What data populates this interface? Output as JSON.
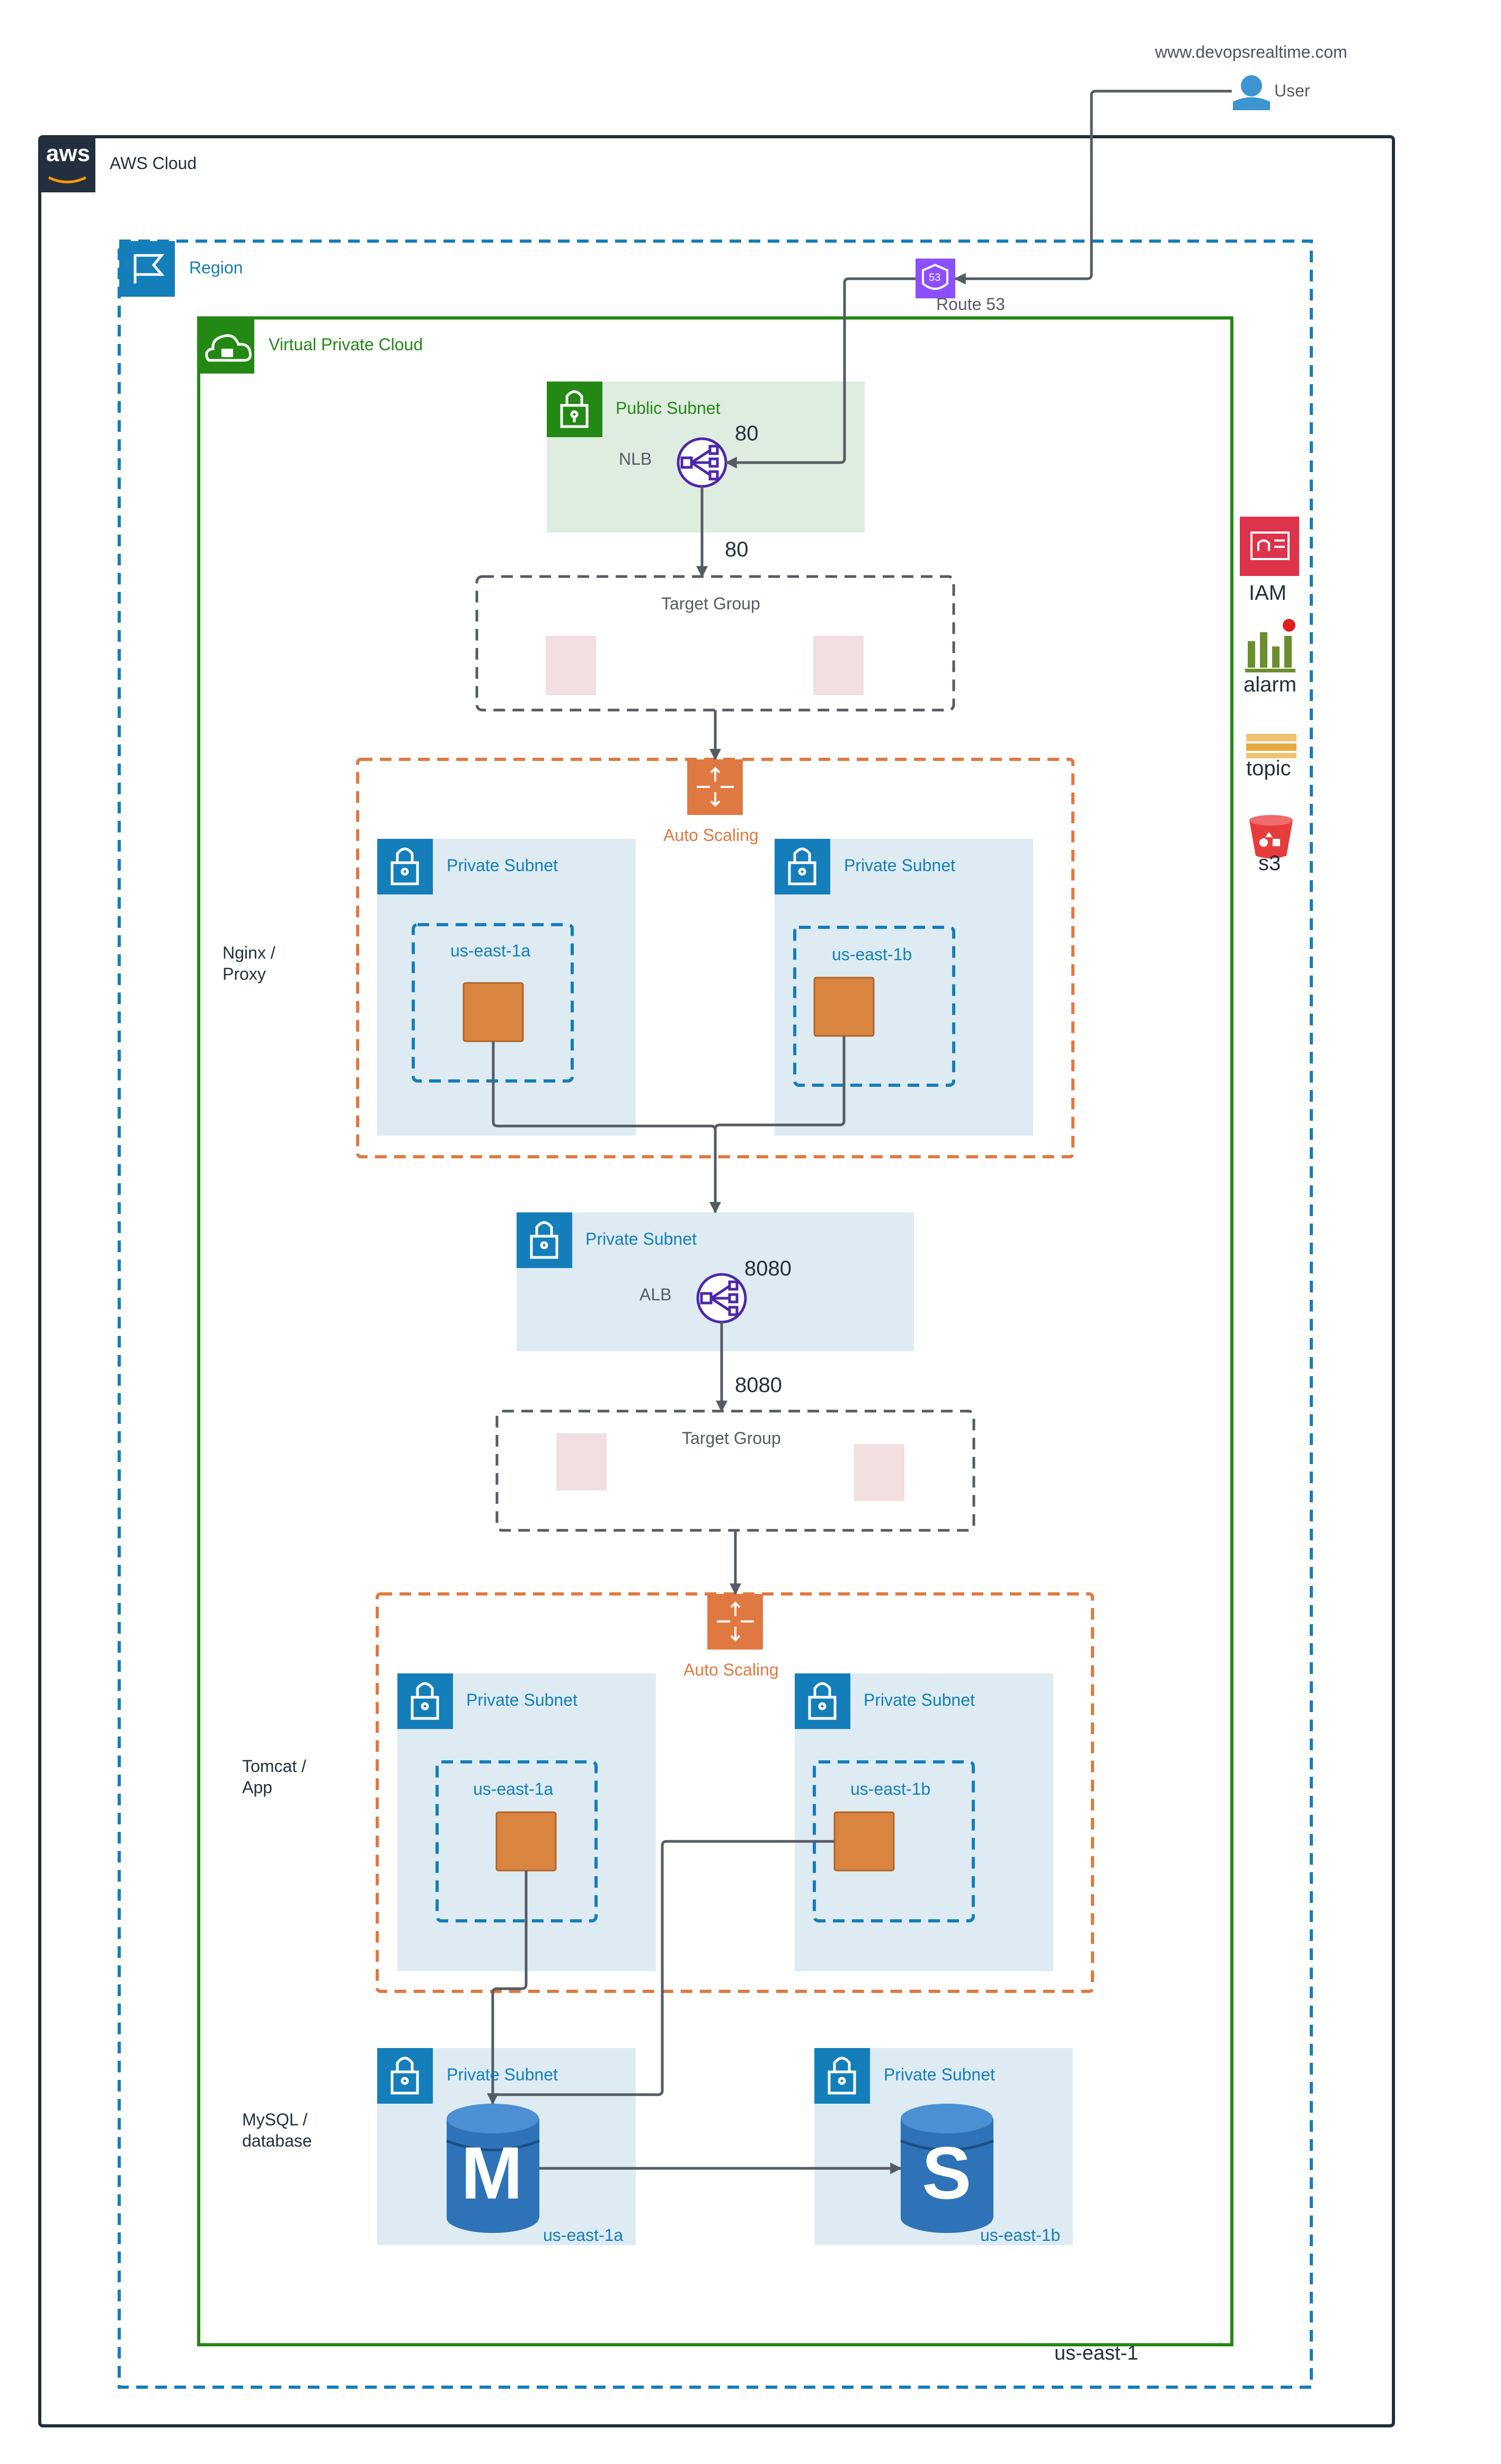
{
  "header": {
    "site_url": "www.devopsrealtime.com",
    "user_label": "User"
  },
  "aws_cloud": {
    "label": "AWS Cloud",
    "logo_text": "aws"
  },
  "region": {
    "label": "Region",
    "name": "us-east-1"
  },
  "route53": {
    "label": "Route 53",
    "icon_text": "53"
  },
  "vpc": {
    "label": "Virtual Private Cloud"
  },
  "public_subnet": {
    "label": "Public Subnet",
    "lb_label": "NLB",
    "port_in": "80",
    "port_out": "80"
  },
  "target_group_1": {
    "label": "Target Group"
  },
  "asg_1": {
    "label": "Auto Scaling",
    "tier_label_1": "Nginx /",
    "tier_label_2": "Proxy",
    "subnet_a": "Private Subnet",
    "az_a": "us-east-1a",
    "subnet_b": "Private Subnet",
    "az_b": "us-east-1b"
  },
  "alb_subnet": {
    "label": "Private Subnet",
    "lb_label": "ALB",
    "port_in": "8080",
    "port_out": "8080"
  },
  "target_group_2": {
    "label": "Target Group"
  },
  "asg_2": {
    "label": "Auto Scaling",
    "tier_label_1": "Tomcat /",
    "tier_label_2": "App",
    "subnet_a": "Private Subnet",
    "az_a": "us-east-1a",
    "subnet_b": "Private Subnet",
    "az_b": "us-east-1b"
  },
  "db": {
    "tier_label_1": "MySQL /",
    "tier_label_2": "database",
    "subnet_a": "Private Subnet",
    "az_a": "us-east-1a",
    "master_letter": "M",
    "subnet_b": "Private Subnet",
    "az_b": "us-east-1b",
    "slave_letter": "S"
  },
  "services": {
    "iam": "IAM",
    "alarm": "alarm",
    "topic": "topic",
    "s3": "s3"
  },
  "colors": {
    "aws_dark": "#232f3e",
    "region_blue": "#147eba",
    "vpc_green": "#248814",
    "asg_orange": "#e07941",
    "subnet_bg": "#deebf3",
    "public_bg": "#dfece0",
    "route53_purple": "#8c4fff",
    "ec2_orange": "#d9843f",
    "iam_red": "#dd344c"
  }
}
